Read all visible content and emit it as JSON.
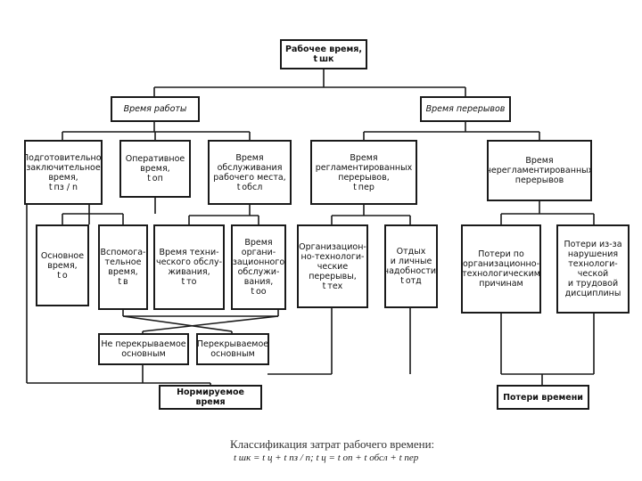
{
  "nodes": {
    "root": "Рабочее время,\nt шк",
    "work_time": "Время работы",
    "break_time": "Время перерывов",
    "prep_final": "Подготовительно-\nзаключительное\nвремя,\nt пз / n",
    "operative": "Оперативное\nвремя,\nt оп",
    "workplace_service": "Время\nобслуживания\nрабочего места,\nt обсл",
    "regulated_breaks": "Время\nрегламентированных\nперерывов,\nt пер",
    "unregulated_breaks": "Время\nнерегламентированных\nперерывов",
    "main_time": "Основное\nвремя,\nt о",
    "auxiliary_time": "Вспомога-\nтельное\nвремя,\nt в",
    "tech_service": "Время техни-\nческого обслу-\nживания,\nt то",
    "org_service": "Время\nоргани-\nзационного\nобслужи-\nвания,\nt оо",
    "org_tech_breaks": "Организацион-\nно-технологи-\nческие\nперерывы,\nt тех",
    "rest_breaks": "Отдых\nи личные\nнадобности,\nt отд",
    "org_tech_losses": "Потери по\nорганизационно-\nтехнологическим\nпричинам",
    "discipline_losses": "Потери из-за\nнарушения\nтехнологи-\nческой\nи трудовой\nдисциплины",
    "non_overlapped": "Не перекрываемое\nосновным",
    "overlapped": "Перекрываемое\nосновным",
    "normed_time": "Нормируемое время",
    "time_losses": "Потери времени"
  },
  "caption": "Классификация затрат рабочего времени:",
  "formula": "t шк = t ц + t пз / n;  t ц = t оп + t обсл + t пер"
}
